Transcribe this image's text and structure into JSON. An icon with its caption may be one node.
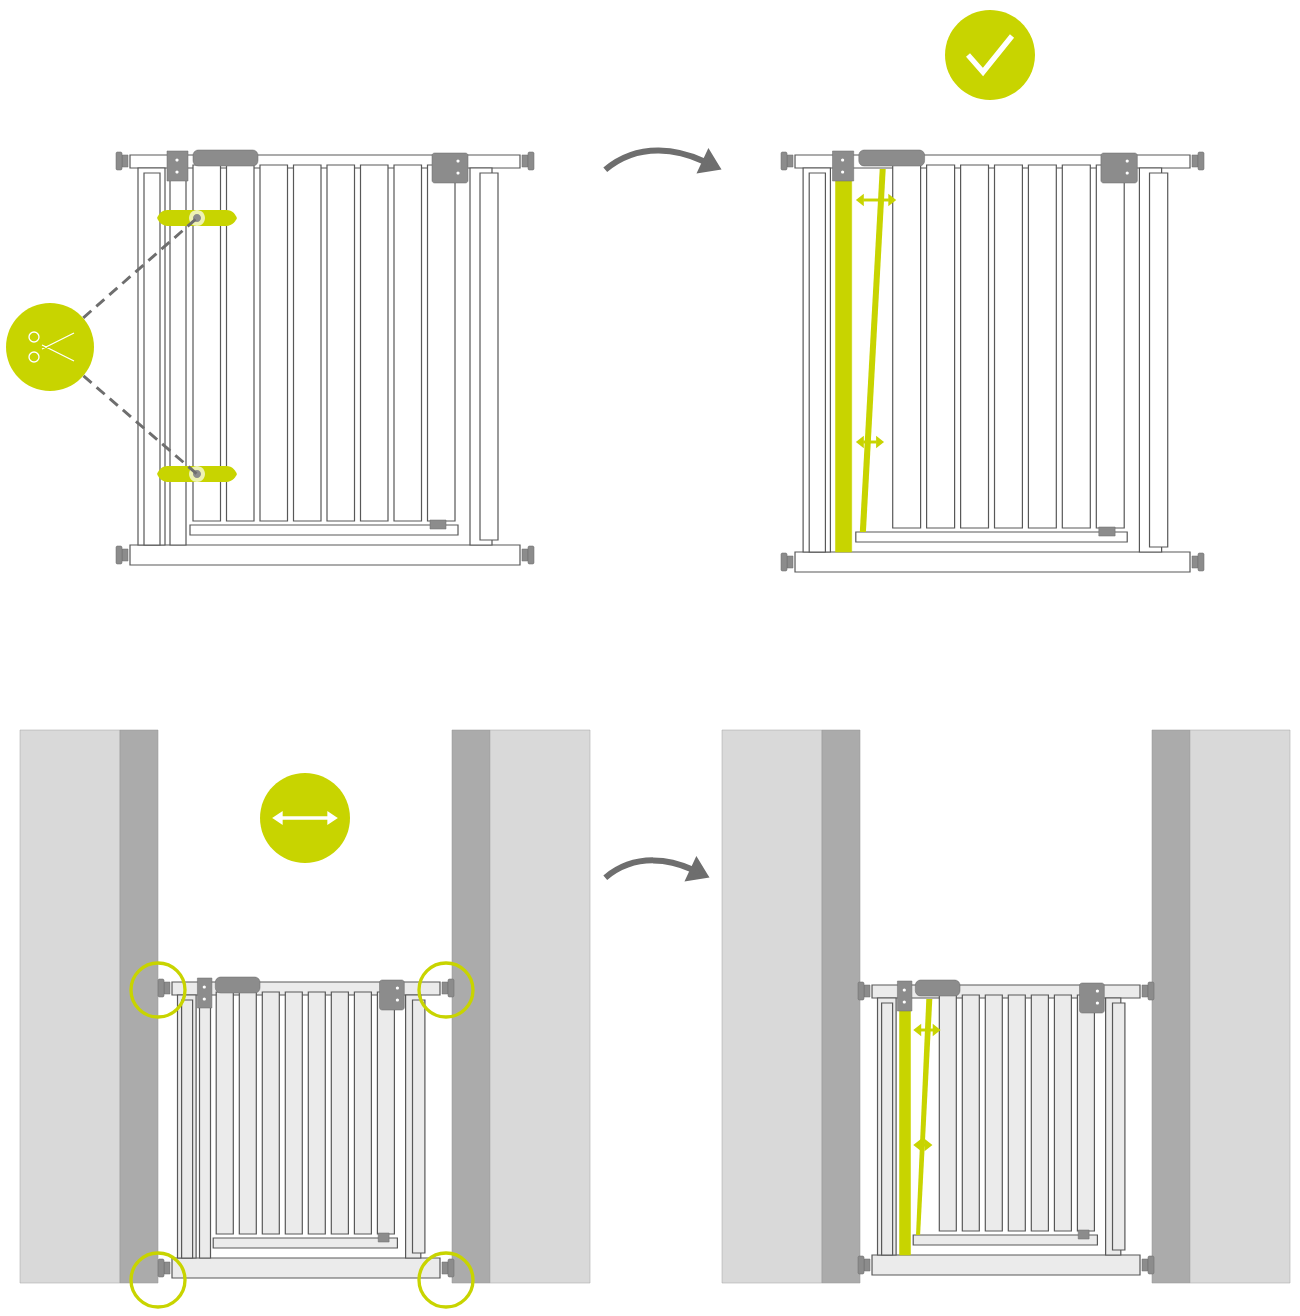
{
  "diagram": {
    "nodes": [
      {
        "text": [],
        "shape": "circle"
      },
      {
        "text": [],
        "shape": "bar",
        "in": 3
      },
      {
        "text": [],
        "shape": "bar",
        "in": 3
      },
      {
        "text": [],
        "shape": "picture"
      },
      {
        "text": [],
        "shape": "picture"
      },
      {
        "text": [],
        "shape": "picture"
      },
      {
        "text": [],
        "shape": "picture"
      }
    ],
    "edges": [
      {
        "from": 0,
        "to": 1,
        "arrow": "none",
        "style": "dashed"
      },
      {
        "from": 0,
        "to": 2,
        "arrow": "none",
        "style": "dashed"
      },
      {
        "from": 3,
        "to": 4,
        "arrow": "to",
        "style": "thick"
      },
      {
        "from": 5,
        "to": 6,
        "arrow": "to",
        "style": "thick"
      }
    ]
  }
}
